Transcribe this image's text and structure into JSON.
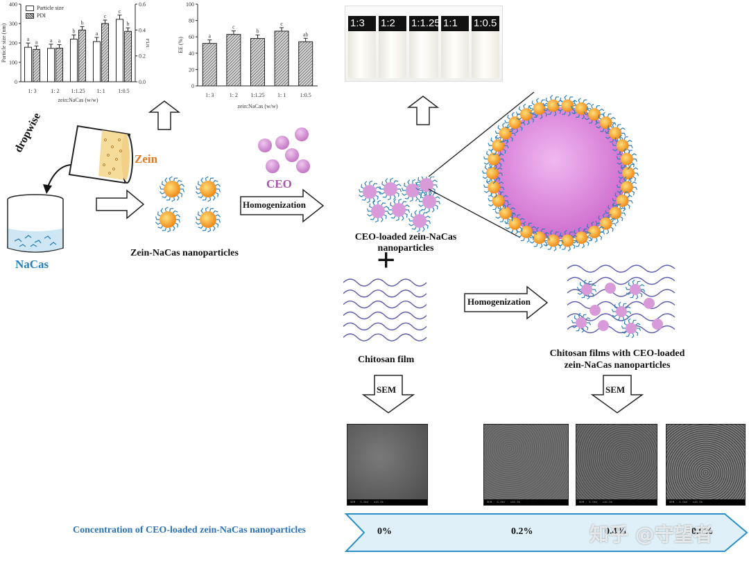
{
  "chart_data": [
    {
      "type": "bar",
      "categories": [
        "1: 3",
        "1: 2",
        "1:1.25",
        "1: 1",
        "1:0.5"
      ],
      "series": [
        {
          "name": "Particle size",
          "axis": "left",
          "values": [
            178,
            172,
            220,
            207,
            322
          ],
          "letters": [
            "a",
            "a",
            "b",
            "a",
            "c"
          ]
        },
        {
          "name": "PDI",
          "axis": "right",
          "values": [
            0.25,
            0.26,
            0.4,
            0.45,
            0.39
          ],
          "letters": [
            "a",
            "a",
            "b",
            "c",
            "b"
          ]
        }
      ],
      "xlabel": "zein:NaCas (w/w)",
      "ylabel": "Particle size (nm)",
      "y2label": "PDI",
      "ylim": [
        0,
        400
      ],
      "y2lim": [
        0,
        0.6
      ],
      "yticks": [
        "0",
        "100",
        "200",
        "300",
        "400"
      ],
      "y2ticks": [
        "0.0",
        "0.2",
        "0.4",
        "0.6"
      ],
      "legend": "top-left"
    },
    {
      "type": "bar",
      "categories": [
        "1: 3",
        "1: 2",
        "1:1.25",
        "1: 1",
        "1:0.5"
      ],
      "series": [
        {
          "values": [
            52,
            63,
            58,
            67,
            54
          ],
          "letters": [
            "a",
            "c",
            "b",
            "c",
            "ab"
          ]
        }
      ],
      "xlabel": "zein:NaCas (w/w)",
      "ylabel": "EE (%)",
      "ylim": [
        0,
        100
      ],
      "yticks": [
        "0",
        "20",
        "40",
        "60",
        "80",
        "100"
      ]
    }
  ],
  "vials": [
    "1:3",
    "1:2",
    "1:1.25",
    "1:1",
    "1:0.5"
  ],
  "labels": {
    "dropwise": "dropwise",
    "zein": "Zein",
    "nacas": "NaCas",
    "zein_nacas": "Zein-NaCas nanoparticles",
    "ceo": "CEO",
    "homogenization1": "Homogenization",
    "ceo_loaded_line1": "CEO-loaded zein-NaCas",
    "ceo_loaded_line2": "nanoparticles",
    "plus": "+",
    "chitosan_film": "Chitosan film",
    "homogenization2": "Homogenization",
    "chitosan_with_line1": "Chitosan films with CEO-loaded",
    "chitosan_with_line2": "zein-NaCas nanoparticles",
    "sem1": "SEM",
    "sem2": "SEM",
    "concentration": "Concentration of CEO-loaded zein-NaCas nanoparticles"
  },
  "concentrations": [
    "0%",
    "0.2%",
    "0.4%",
    "0.6%"
  ],
  "watermark": "知乎 @守望者",
  "colors": {
    "ceo": "#cc88cc",
    "zein_core": "#f5a030",
    "nacas": "#2a7fb8",
    "arrow_fill": "#dff0f9",
    "arrow_stroke": "#2a8fc8",
    "conc_text": "#2a72b8",
    "big_particle": "#d070d0"
  }
}
